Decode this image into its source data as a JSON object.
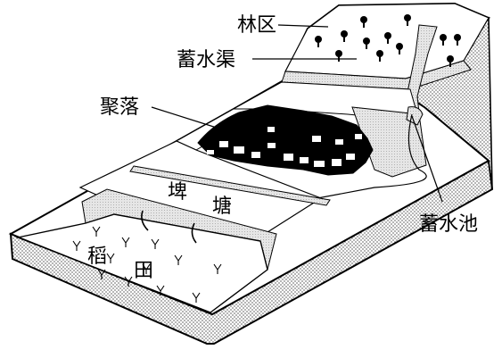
{
  "figure": {
    "labels": {
      "forest": "林区",
      "canal": "蓄水渠",
      "settlement": "聚落",
      "pond_left": "埤",
      "pond_right": "塘",
      "reservoir": "蓄水池",
      "paddy_left": "稻",
      "paddy_right": "田"
    },
    "colors": {
      "ink": "#000000",
      "paper": "#ffffff",
      "stipple": "#d9d9d9"
    }
  }
}
